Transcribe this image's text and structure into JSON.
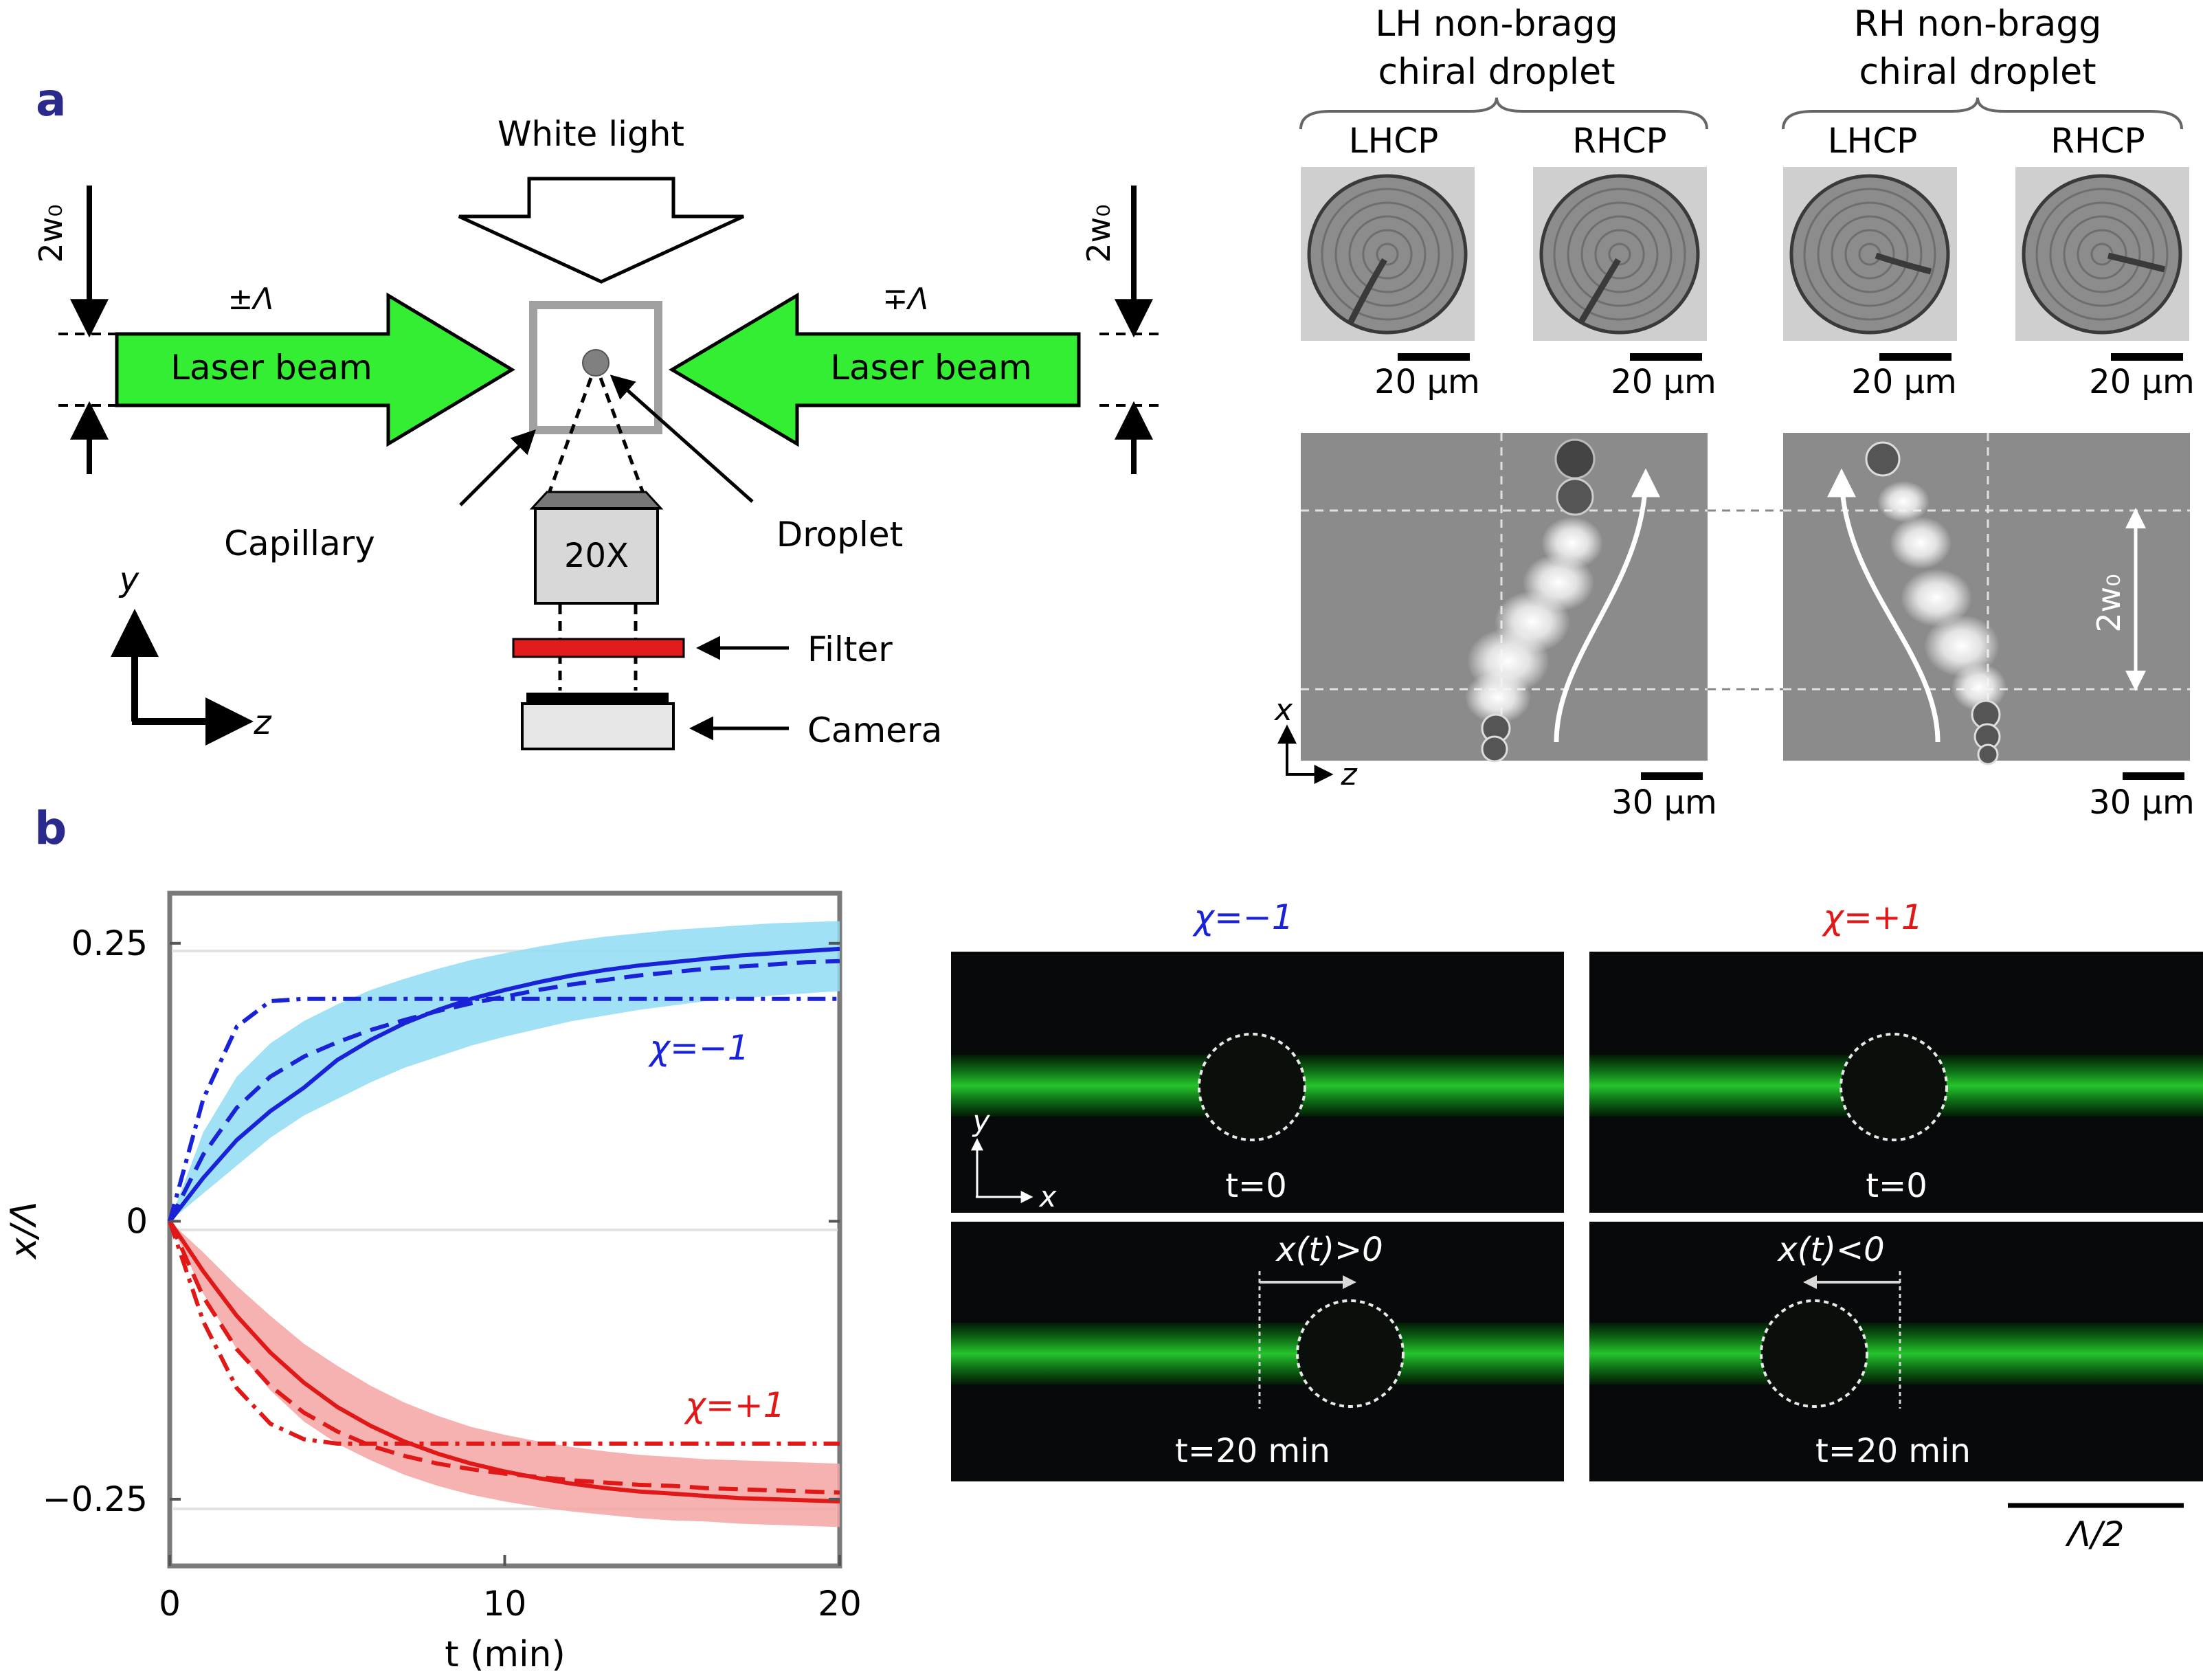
{
  "panel_a": {
    "label": "a",
    "white_light": "White light",
    "laser_left": "Laser beam",
    "laser_right": "Laser beam",
    "pm_lambda": "±Λ",
    "mp_lambda": "∓Λ",
    "two_w0": "2w₀",
    "capillary": "Capillary",
    "droplet": "Droplet",
    "objective": "20X",
    "filter": "Filter",
    "camera": "Camera",
    "axis_y": "y",
    "axis_z": "z",
    "lh_title_1": "LH non-bragg",
    "lh_title_2": "chiral droplet",
    "rh_title_1": "RH non-bragg",
    "rh_title_2": "chiral droplet",
    "lhcp": "LHCP",
    "rhcp": "RHCP",
    "scale_20um": "20 μm",
    "scale_30um": "30 μm",
    "axis_x": "x",
    "two_w0_vertical": "2w₀"
  },
  "panel_b": {
    "label": "b",
    "chi_minus_label": "χ=−1",
    "chi_plus_label": "χ=+1",
    "t0": "t=0",
    "t20": "t=20 min",
    "x_pos": "x(t)>0",
    "x_neg": "x(t)<0",
    "axis_y": "y",
    "axis_x": "x",
    "lambda_half": "Λ/2"
  },
  "chart_data": {
    "type": "line",
    "xlabel": "t (min)",
    "ylabel": "x/Λ",
    "xlim": [
      0,
      20
    ],
    "ylim": [
      -0.31,
      0.295
    ],
    "xticks": [
      "0",
      "10",
      "20"
    ],
    "yticks": [
      "0.25",
      "0",
      "−0.25"
    ],
    "grid": "horizontal",
    "annotations": [
      "χ=−1",
      "χ=+1"
    ],
    "colors": {
      "chi_minus": "#1a22d8",
      "chi_plus": "#e01818",
      "band_minus": "#8fdcf4",
      "band_plus": "#f5a3a3"
    },
    "series": [
      {
        "x": [
          0,
          1,
          2,
          3,
          4,
          5,
          6,
          7,
          8,
          9,
          10,
          11,
          12,
          13,
          14,
          15,
          16,
          17,
          18,
          19,
          20
        ],
        "values": [
          0,
          0.039,
          0.073,
          0.099,
          0.12,
          0.145,
          0.163,
          0.178,
          0.19,
          0.2,
          0.208,
          0.215,
          0.221,
          0.226,
          0.23,
          0.233,
          0.236,
          0.239,
          0.241,
          0.243,
          0.245
        ]
      },
      {
        "x": [
          0,
          1,
          2,
          3,
          4,
          5,
          6,
          7,
          8,
          9,
          10,
          11,
          12,
          13,
          14,
          15,
          16,
          17,
          18,
          19,
          20
        ],
        "values": [
          0,
          0.06,
          0.102,
          0.13,
          0.148,
          0.161,
          0.172,
          0.181,
          0.189,
          0.196,
          0.202,
          0.208,
          0.213,
          0.217,
          0.221,
          0.224,
          0.227,
          0.229,
          0.231,
          0.233,
          0.234
        ]
      },
      {
        "x": [
          0,
          1,
          2,
          3,
          4,
          5,
          6,
          7,
          8,
          9,
          10,
          11,
          12,
          13,
          14,
          15,
          16,
          17,
          18,
          19,
          20
        ],
        "values": [
          0,
          0.11,
          0.175,
          0.198,
          0.2,
          0.2,
          0.2,
          0.2,
          0.2,
          0.2,
          0.2,
          0.2,
          0.2,
          0.2,
          0.2,
          0.2,
          0.2,
          0.2,
          0.2,
          0.2,
          0.2
        ]
      },
      {
        "x": [
          0,
          1,
          2,
          3,
          4,
          5,
          6,
          7,
          8,
          9,
          10,
          11,
          12,
          13,
          14,
          15,
          16,
          17,
          18,
          19,
          20
        ],
        "values": [
          0,
          -0.045,
          -0.085,
          -0.118,
          -0.145,
          -0.167,
          -0.184,
          -0.198,
          -0.209,
          -0.218,
          -0.225,
          -0.231,
          -0.236,
          -0.24,
          -0.243,
          -0.245,
          -0.247,
          -0.249,
          -0.25,
          -0.251,
          -0.252
        ]
      },
      {
        "x": [
          0,
          1,
          2,
          3,
          4,
          5,
          6,
          7,
          8,
          9,
          10,
          11,
          12,
          13,
          14,
          15,
          16,
          17,
          18,
          19,
          20
        ],
        "values": [
          0,
          -0.068,
          -0.115,
          -0.148,
          -0.172,
          -0.189,
          -0.202,
          -0.211,
          -0.218,
          -0.223,
          -0.227,
          -0.23,
          -0.233,
          -0.235,
          -0.237,
          -0.238,
          -0.24,
          -0.241,
          -0.242,
          -0.243,
          -0.244
        ]
      },
      {
        "x": [
          0,
          1,
          2,
          3,
          4,
          5,
          6,
          7,
          8,
          9,
          10,
          11,
          12,
          13,
          14,
          15,
          16,
          17,
          18,
          19,
          20
        ],
        "values": [
          0,
          -0.09,
          -0.15,
          -0.182,
          -0.196,
          -0.2,
          -0.2,
          -0.2,
          -0.2,
          -0.2,
          -0.2,
          -0.2,
          -0.2,
          -0.2,
          -0.2,
          -0.2,
          -0.2,
          -0.2,
          -0.2,
          -0.2,
          -0.2
        ]
      }
    ],
    "bands": [
      {
        "x": [
          0,
          1,
          2,
          3,
          4,
          5,
          6,
          7,
          8,
          9,
          10,
          11,
          12,
          13,
          14,
          15,
          16,
          17,
          18,
          19,
          20
        ],
        "upper": [
          0,
          0.08,
          0.13,
          0.16,
          0.18,
          0.195,
          0.208,
          0.218,
          0.227,
          0.235,
          0.241,
          0.247,
          0.252,
          0.256,
          0.259,
          0.262,
          0.264,
          0.266,
          0.268,
          0.269,
          0.27
        ],
        "lower": [
          0,
          0.025,
          0.05,
          0.075,
          0.095,
          0.11,
          0.125,
          0.138,
          0.148,
          0.158,
          0.166,
          0.173,
          0.18,
          0.185,
          0.19,
          0.194,
          0.198,
          0.2,
          0.203,
          0.205,
          0.207
        ]
      },
      {
        "x": [
          0,
          1,
          2,
          3,
          4,
          5,
          6,
          7,
          8,
          9,
          10,
          11,
          12,
          13,
          14,
          15,
          16,
          17,
          18,
          19,
          20
        ],
        "upper": [
          0,
          -0.028,
          -0.058,
          -0.085,
          -0.11,
          -0.13,
          -0.148,
          -0.163,
          -0.175,
          -0.185,
          -0.192,
          -0.198,
          -0.203,
          -0.207,
          -0.21,
          -0.212,
          -0.214,
          -0.215,
          -0.216,
          -0.217,
          -0.218
        ],
        "lower": [
          0,
          -0.065,
          -0.115,
          -0.152,
          -0.18,
          -0.2,
          -0.215,
          -0.228,
          -0.238,
          -0.246,
          -0.252,
          -0.257,
          -0.261,
          -0.264,
          -0.267,
          -0.269,
          -0.27,
          -0.272,
          -0.273,
          -0.274,
          -0.275
        ]
      }
    ]
  }
}
